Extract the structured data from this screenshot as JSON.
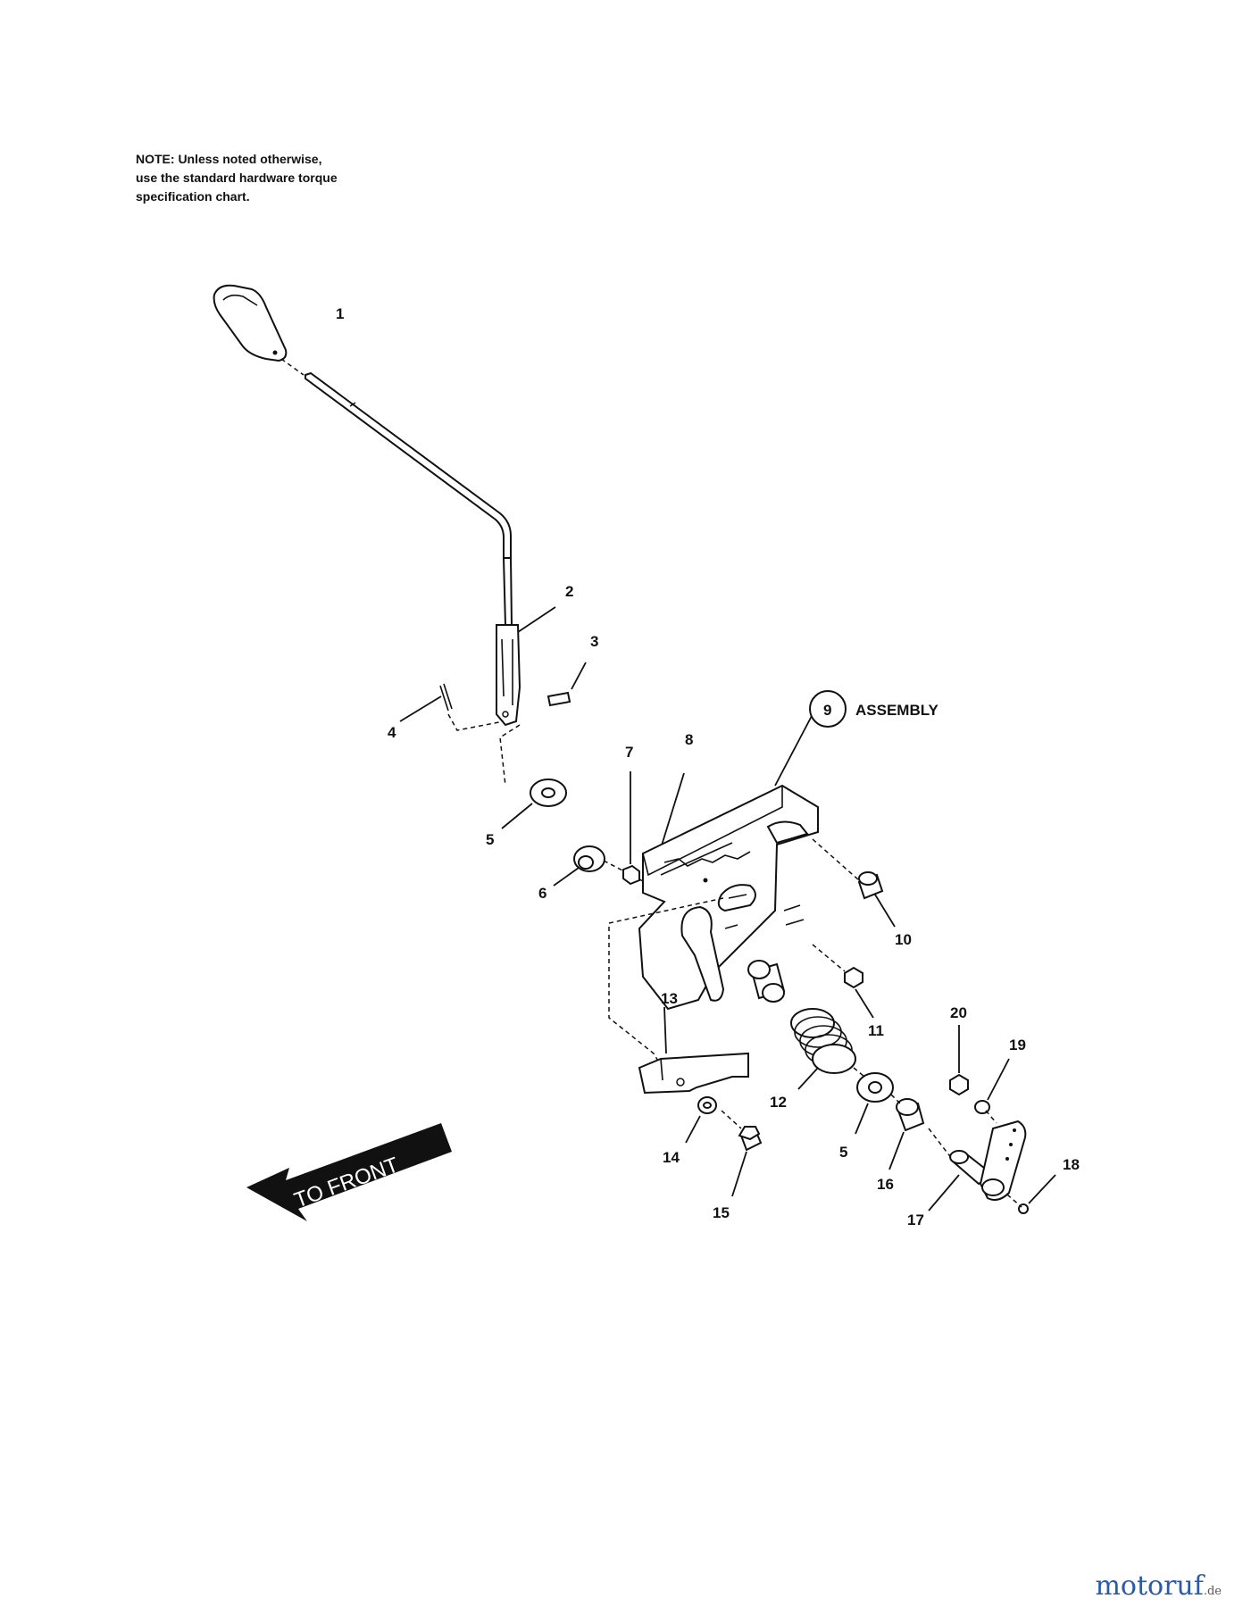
{
  "note": {
    "line1": "NOTE: Unless noted otherwise,",
    "line2": "use the standard hardware torque",
    "line3": "specification chart."
  },
  "assembly_label": "ASSEMBLY",
  "direction_label": "TO FRONT",
  "callouts": {
    "c1": "1",
    "c2": "2",
    "c3": "3",
    "c4": "4",
    "c5a": "5",
    "c5b": "5",
    "c6": "6",
    "c7": "7",
    "c8": "8",
    "c9": "9",
    "c10": "10",
    "c11": "11",
    "c12": "12",
    "c13": "13",
    "c14": "14",
    "c15": "15",
    "c16": "16",
    "c17": "17",
    "c18": "18",
    "c19": "19",
    "c20": "20"
  },
  "watermark": {
    "brand": "motoruf",
    "tld": ".de"
  }
}
